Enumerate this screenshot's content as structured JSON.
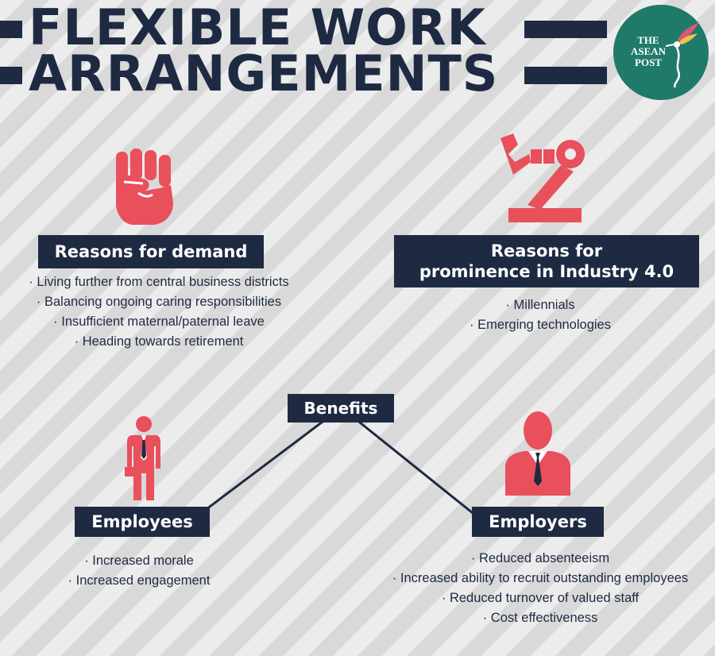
{
  "title": {
    "line1": "FLEXIBLE WORK",
    "line2": "ARRANGEMENTS"
  },
  "logo": {
    "line1": "THE",
    "line2": "ASEAN",
    "line3": "POST"
  },
  "sections": {
    "demand": {
      "label": "Reasons for demand",
      "icon": "raised-fist-icon",
      "items": [
        "Living further from central business districts",
        "Balancing ongoing caring responsibilities",
        "Insufficient maternal/paternal leave",
        "Heading towards retirement"
      ]
    },
    "prominence": {
      "label_line1": "Reasons for",
      "label_line2": "prominence in Industry 4.0",
      "icon": "robot-arm-icon",
      "items": [
        "Millennials",
        "Emerging technologies"
      ]
    },
    "benefits": {
      "label": "Benefits"
    },
    "employees": {
      "label": "Employees",
      "icon": "employee-figure-icon",
      "items": [
        "Increased morale",
        "Increased engagement"
      ]
    },
    "employers": {
      "label": "Employers",
      "icon": "employer-bust-icon",
      "items": [
        "Reduced absenteeism",
        "Increased ability to recruit outstanding employees",
        "Reduced turnover of valued staff",
        "Cost effectiveness"
      ]
    }
  },
  "colors": {
    "navy": "#1e2a42",
    "accent_red": "#e8505b",
    "logo_teal": "#1f7a6a"
  }
}
